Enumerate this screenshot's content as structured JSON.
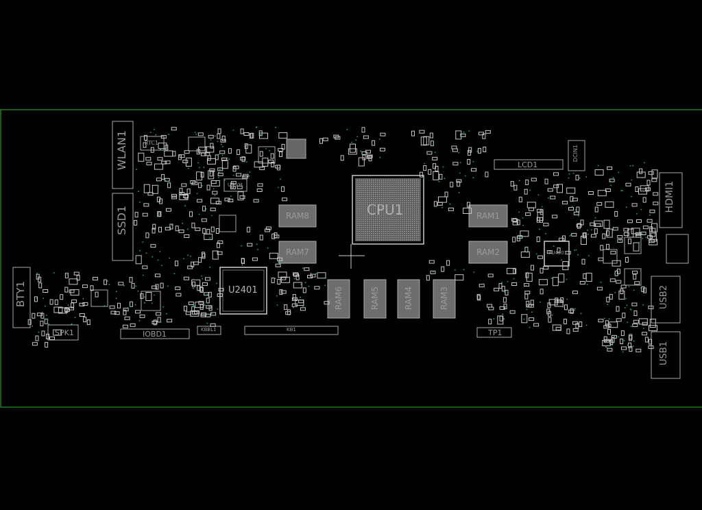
{
  "board": {
    "outline_color": "#1f7a1f",
    "part_color": "#c8c8c8",
    "pin_color": "#1fa89a",
    "background": "#000000"
  },
  "components": {
    "cpu": "CPU1",
    "ram1": "RAM1",
    "ram2": "RAM2",
    "ram3": "RAM3",
    "ram4": "RAM4",
    "ram5": "RAM5",
    "ram6": "RAM6",
    "ram7": "RAM7",
    "ram8": "RAM8",
    "u2401": "U2401",
    "wlan": "WLAN1",
    "ssd": "SSD1",
    "bty": "BTY1",
    "spk": "SPK1",
    "iobd": "IOBD1",
    "kbbl": "KBBL1",
    "kb": "KB1",
    "tp": "TP1",
    "lcd": "LCD1",
    "dcin": "DCIN1",
    "hdmi": "HDMI1",
    "usb1": "USB1",
    "usb2": "USB2",
    "rtc": "RTC1",
    "u2501": "U2501",
    "pu4601": "PU4601"
  }
}
